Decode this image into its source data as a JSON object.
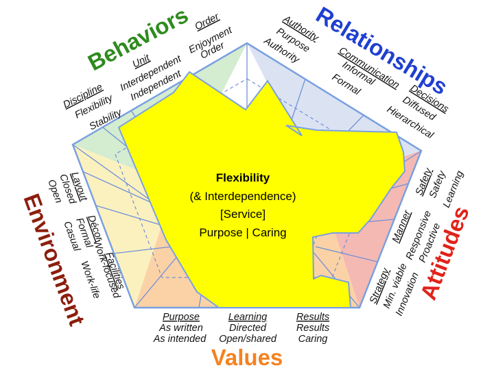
{
  "colors": {
    "behaviors": "#2e8b1e",
    "relationships": "#1f3fd0",
    "attitudes": "#e0231a",
    "values": "#f5821f",
    "environment": "#8b1e0e",
    "shape_fill": "#ffff00",
    "pentagon_edge": "#7aa0e0",
    "grid_line": "#6f8fd8"
  },
  "segments": {
    "behaviors": "Behaviors",
    "relationships": "Relationships",
    "attitudes": "Attitudes",
    "values": "Values",
    "environment": "Environment"
  },
  "center": {
    "title": "Flexibility",
    "line2": "(& Interdependence)",
    "line3": "[Service]",
    "line4": "Purpose | Caring"
  },
  "behaviors": {
    "discipline": {
      "title": "Discipline",
      "a": "Flexibility",
      "b": "Stability"
    },
    "unit": {
      "title": "Unit",
      "a": "Interdependent",
      "b": "Independent"
    },
    "order": {
      "title": "Order",
      "a": "Enjoyment",
      "b": "Order"
    }
  },
  "relationships": {
    "authority": {
      "title": "Authority",
      "a": "Purpose",
      "b": "Authority"
    },
    "communication": {
      "title": "Communication",
      "a": "Informal",
      "b": "Formal"
    },
    "decisions": {
      "title": "Decisions",
      "a": "Diffused",
      "b": "Hierarchical"
    }
  },
  "attitudes": {
    "safety": {
      "title": "Safety",
      "a": "Safety",
      "b": "Learning"
    },
    "manner": {
      "title": "Manner",
      "a": "Responsive",
      "b": "Proactive"
    },
    "strategy": {
      "title": "Strategy",
      "a": "Min. viable",
      "b": "Innovation"
    }
  },
  "values": {
    "purpose": {
      "title": "Purpose",
      "a": "As written",
      "b": "As intended"
    },
    "learning": {
      "title": "Learning",
      "a": "Directed",
      "b": "Open/shared"
    },
    "results": {
      "title": "Results",
      "a": "Results",
      "b": "Caring"
    }
  },
  "environment": {
    "layout": {
      "title": "Layout",
      "a": "Closed",
      "b": "Open"
    },
    "decor": {
      "title": "Décor",
      "a": "Formal",
      "b": "Casual"
    },
    "facilities": {
      "title": "Facilities",
      "a": "Work-focused",
      "b": "Work-life"
    }
  }
}
